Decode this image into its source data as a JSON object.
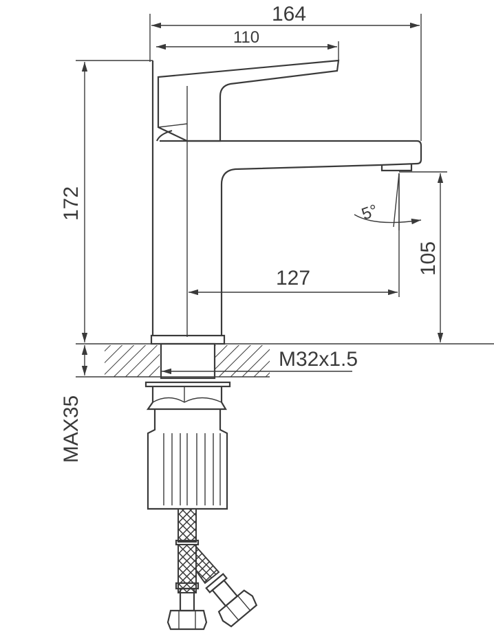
{
  "drawing": {
    "title": "Basin faucet dimension drawing",
    "dimensions": {
      "overall_length": "164",
      "handle_length": "110",
      "overall_height": "172",
      "spout_height": "105",
      "spout_reach": "127",
      "spout_angle": "5°",
      "thread": "M32x1.5",
      "max_deck_thickness": "MAX35"
    },
    "line_color": "#3a3a3a"
  }
}
